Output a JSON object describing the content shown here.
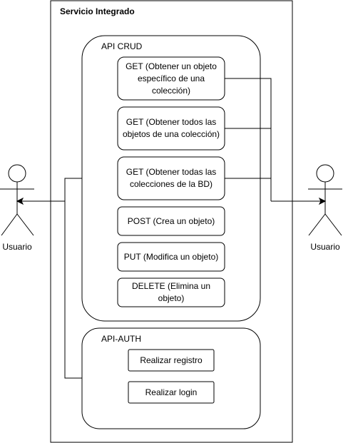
{
  "system": {
    "title": "Servicio Integrado"
  },
  "groups": {
    "crud": {
      "title": "API CRUD"
    },
    "auth": {
      "title": "API-AUTH"
    }
  },
  "use_cases": {
    "get_one": "GET (Obtener un objeto específico de una colección)",
    "get_all_objects": "GET (Obtener todos las objetos de una colección)",
    "get_collections": "GET (Obtener todas las colecciones de la BD)",
    "post": "POST (Crea un objeto)",
    "put": "PUT (Modifica un objeto)",
    "delete": "DELETE (Elimina un objeto)",
    "register": "Realizar registro",
    "login": "Realizar login"
  },
  "actors": {
    "left": {
      "label": "Usuario"
    },
    "right": {
      "label": "Usuario"
    }
  },
  "colors": {
    "stroke": "#000000",
    "fill": "#ffffff"
  }
}
